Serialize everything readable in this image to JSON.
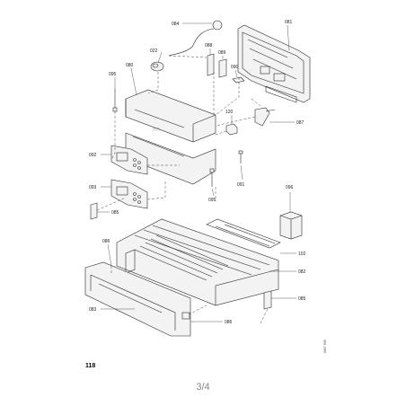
{
  "diagram": {
    "part_labels": {
      "p084": "084",
      "p081": "081",
      "p022": "022",
      "p088": "088",
      "p089": "089",
      "p095a": "095",
      "p080": "080",
      "p090": "090",
      "p120": "120",
      "p087": "087",
      "p092": "092",
      "p091": "091",
      "p095b": "095",
      "p093": "093",
      "p096": "096",
      "p085a": "085",
      "p086a": "086",
      "p102": "102",
      "p082": "082",
      "p085b": "085",
      "p083": "083",
      "p086b": "086"
    },
    "figure_number": "118",
    "drawing_code": "0607 909",
    "page_indicator": "3/4"
  }
}
